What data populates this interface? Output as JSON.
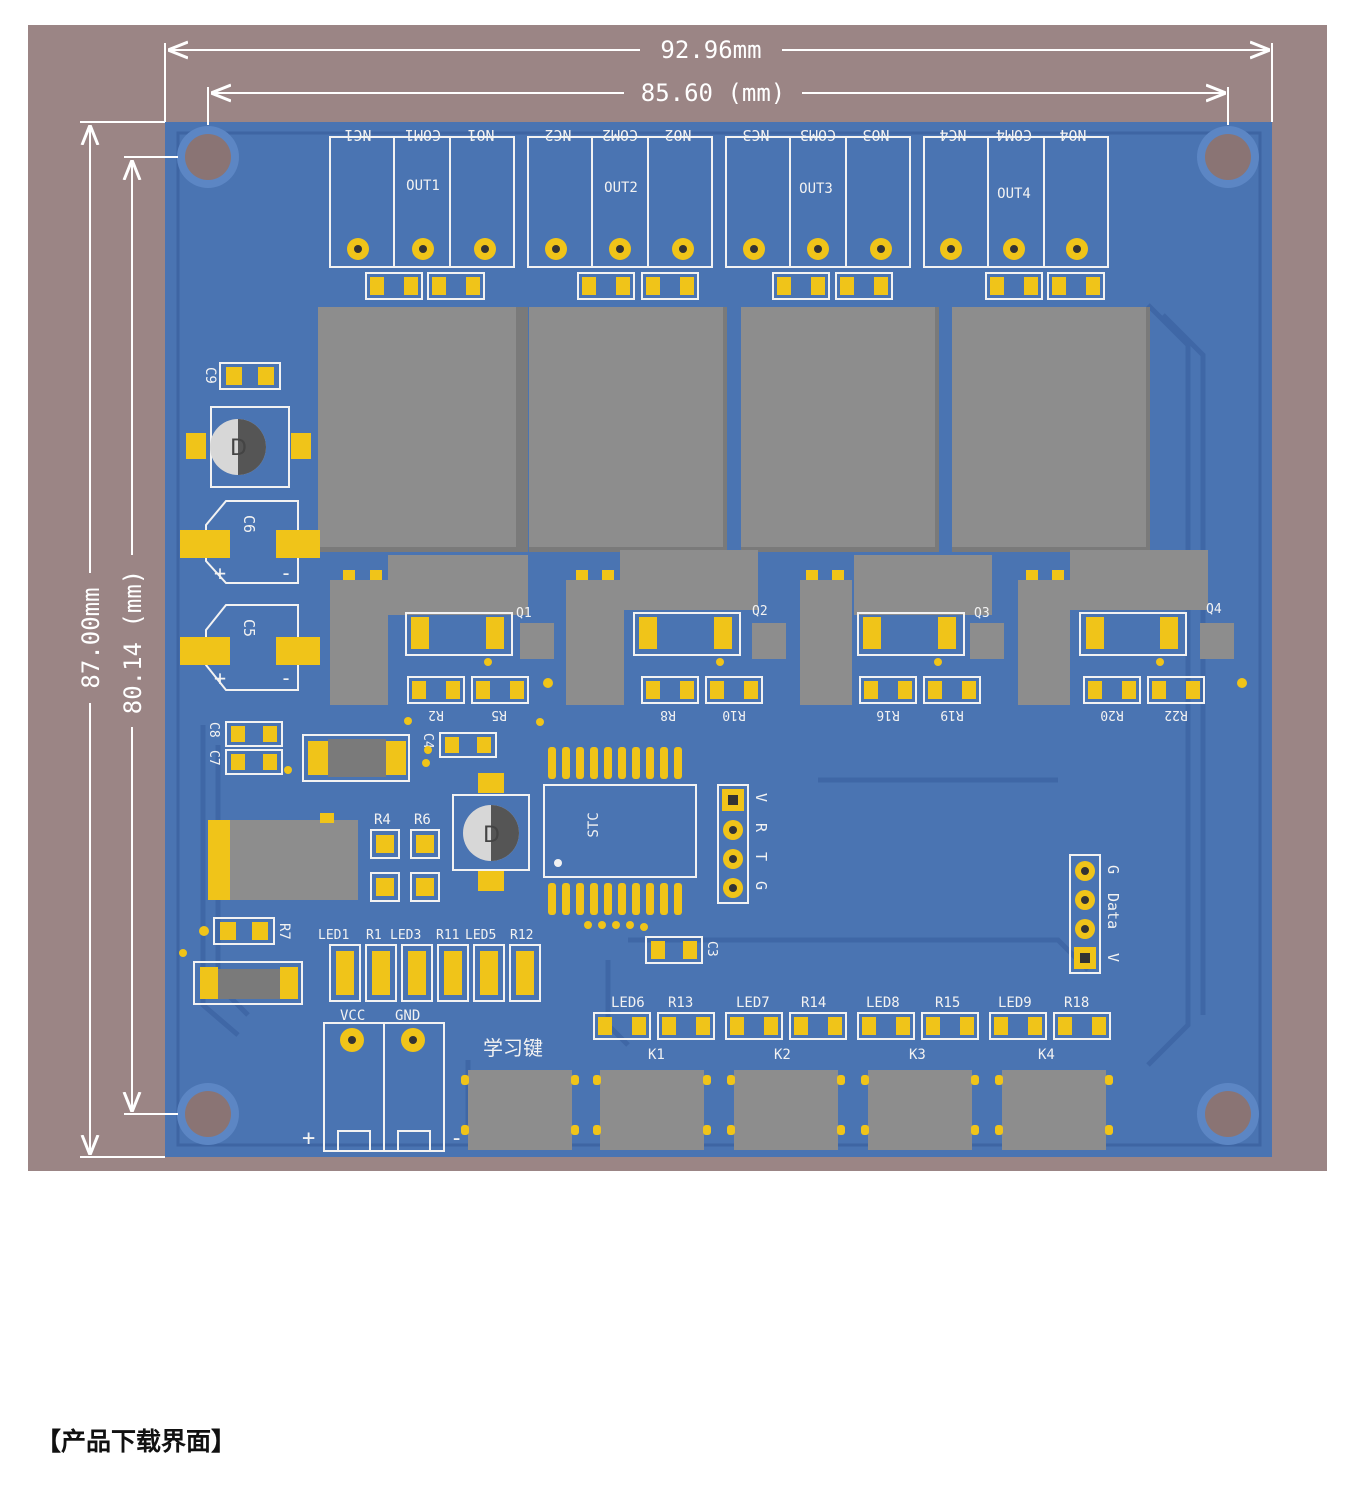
{
  "dimensions": {
    "width_total": "92.96mm",
    "width_holes": "85.60 (mm)",
    "height_total": "87.00mm",
    "height_holes": "80.14 (mm)"
  },
  "colors": {
    "background": "#9b8585",
    "board": "#4a74b2",
    "board_dark": "#3e65a3",
    "pad": "#f0c419",
    "component": "#8d8d8d",
    "silkscreen": "#f2f2f2"
  },
  "outputs": [
    {
      "label": "OUT1",
      "pins": [
        "NC1",
        "COM1",
        "NO1"
      ]
    },
    {
      "label": "OUT2",
      "pins": [
        "NC2",
        "COM2",
        "NO2"
      ]
    },
    {
      "label": "OUT3",
      "pins": [
        "NC3",
        "COM3",
        "NO3"
      ]
    },
    {
      "label": "OUT4",
      "pins": [
        "NC4",
        "COM4",
        "NO4"
      ]
    }
  ],
  "capacitors": {
    "c9": "C9",
    "c6": "C6",
    "c5": "C5",
    "c8": "C8",
    "c7": "C7",
    "c4": "C4",
    "c3": "C3"
  },
  "polarity": {
    "plus": "+",
    "minus": "-",
    "diode": "D"
  },
  "transistors": [
    "Q1",
    "Q2",
    "Q3",
    "Q4"
  ],
  "relay_resistors": [
    "R2",
    "R5",
    "R8",
    "R10",
    "R16",
    "R19",
    "R20",
    "R22"
  ],
  "resistors_mid": {
    "r4": "R4",
    "r6": "R6",
    "r7": "R7"
  },
  "mcu_label": "STC",
  "uart_header": [
    "V",
    "R",
    "T",
    "G"
  ],
  "data_header": [
    "G",
    "Data",
    "V"
  ],
  "led_row_top": [
    "LED1",
    "R1",
    "LED3",
    "R11",
    "LED5",
    "R12"
  ],
  "power_terminal": {
    "vcc": "VCC",
    "gnd": "GND",
    "plus": "+",
    "minus": "-"
  },
  "learn_key": "学习键",
  "keys": [
    {
      "led": "LED6",
      "res": "R13",
      "key": "K1"
    },
    {
      "led": "LED7",
      "res": "R14",
      "key": "K2"
    },
    {
      "led": "LED8",
      "res": "R15",
      "key": "K3"
    },
    {
      "led": "LED9",
      "res": "R18",
      "key": "K4"
    }
  ],
  "section_heading": "【产品下载界面】"
}
